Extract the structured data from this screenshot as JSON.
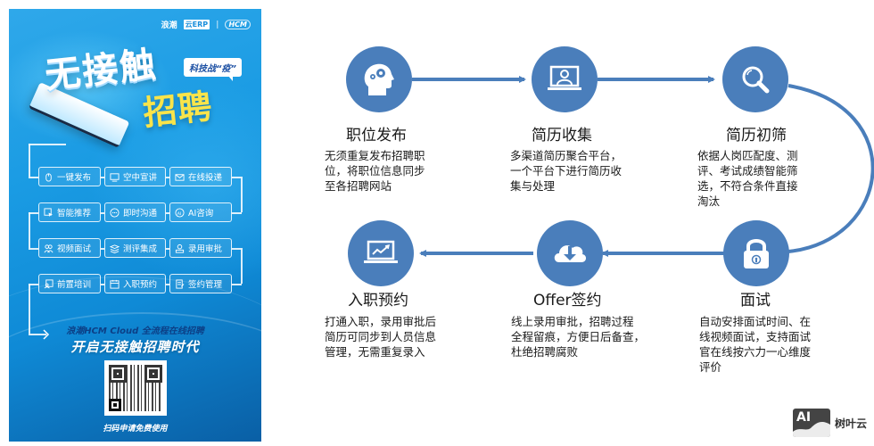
{
  "poster": {
    "brand": {
      "name": "浪潮",
      "erp": "云ERP",
      "separator": "|",
      "hcm": "HCM"
    },
    "title_main": "无接触",
    "title_sub": "招聘",
    "bubble": "科技战“疫”",
    "features": [
      {
        "label": "一键发布",
        "icon": "mouse-icon"
      },
      {
        "label": "空中宣讲",
        "icon": "monitor-icon"
      },
      {
        "label": "在线投递",
        "icon": "envelope-icon"
      },
      {
        "label": "智能推荐",
        "icon": "cursor-click-icon"
      },
      {
        "label": "即时沟通",
        "icon": "chat-bubble-icon"
      },
      {
        "label": "AI咨询",
        "icon": "ai-assistant-icon"
      },
      {
        "label": "视频面试",
        "icon": "people-icon"
      },
      {
        "label": "测评集成",
        "icon": "layers-icon"
      },
      {
        "label": "录用审批",
        "icon": "user-approve-icon"
      },
      {
        "label": "前置培训",
        "icon": "training-icon"
      },
      {
        "label": "入职预约",
        "icon": "calendar-icon"
      },
      {
        "label": "签约管理",
        "icon": "document-sign-icon"
      }
    ],
    "tagline": "浪潮HCM Cloud 全流程在线招聘",
    "slogan": "开启无接触招聘时代",
    "scan_text": "扫码申请免费使用"
  },
  "process": {
    "accent_color": "#4a7ebb",
    "steps": [
      {
        "title": "职位发布",
        "icon": "head-gears-icon",
        "desc": [
          "无须重复发布招聘职",
          "位，将职位信息同步",
          "至各招聘网站"
        ]
      },
      {
        "title": "简历收集",
        "icon": "laptop-user-icon",
        "desc": [
          "多渠道简历聚合平台，",
          "一个平台下进行简历收",
          "集与处理"
        ]
      },
      {
        "title": "简历初筛",
        "icon": "magnifier-icon",
        "desc": [
          "依据人岗匹配度、测",
          "评、考试成绩智能筛",
          "选，不符合条件直接",
          "淘汰"
        ]
      },
      {
        "title": "面试",
        "icon": "padlock-icon",
        "desc": [
          "自动安排面试时间、在",
          "线视频面试，支持面试",
          "官在线按六力一心维度",
          "评价"
        ]
      },
      {
        "title": "Offer签约",
        "icon": "cloud-download-icon",
        "desc": [
          "线上录用审批，招聘过程",
          "全程留痕，方便日后备查，",
          "杜绝招聘腐败"
        ]
      },
      {
        "title": "入职预约",
        "icon": "laptop-chart-icon",
        "desc": [
          "打通入职，录用审批后",
          "简历可同步到人员信息",
          "管理，无需重复录入"
        ]
      }
    ]
  },
  "watermark": {
    "logo_text": "AI",
    "label": "树叶云"
  }
}
